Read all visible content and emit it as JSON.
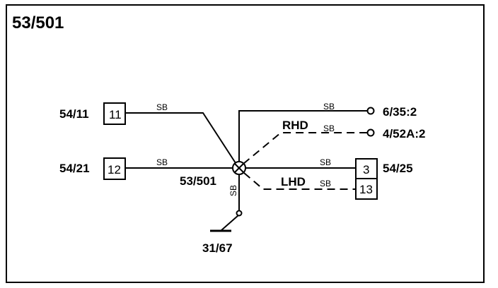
{
  "diagram": {
    "title": "53/501",
    "splice_label": "53/501",
    "ground_label": "31/67",
    "connectors": {
      "left_top": {
        "name": "54/11",
        "pin": "11"
      },
      "left_bottom": {
        "name": "54/21",
        "pin": "12"
      },
      "right_term_1": {
        "name": "6/35:2"
      },
      "right_term_2": {
        "name": "4/52A:2"
      },
      "right_box": {
        "name": "54/25",
        "pin_top": "3",
        "pin_bottom": "13"
      }
    },
    "wire_colors": {
      "w1": "SB",
      "w2": "SB",
      "w3": "SB",
      "w4": "SB",
      "w5": "SB",
      "w6": "SB",
      "w7": "SB"
    },
    "variants": {
      "rhd": "RHD",
      "lhd": "LHD"
    }
  }
}
